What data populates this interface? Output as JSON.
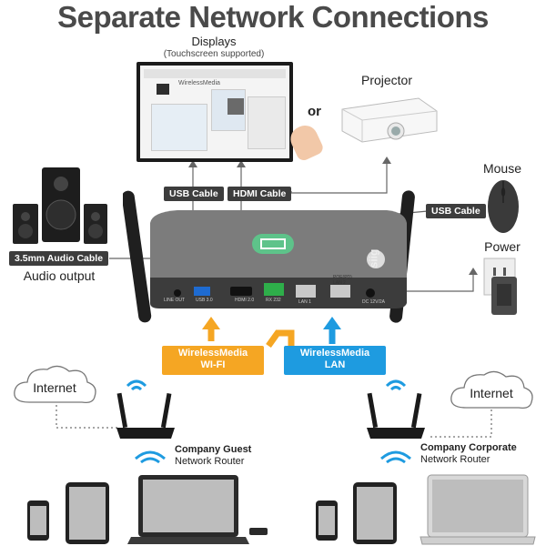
{
  "title": "Separate Network Connections",
  "displays": {
    "label": "Displays",
    "sublabel": "(Touchscreen supported)",
    "screen_text": "WirelessMedia"
  },
  "or_label": "or",
  "projector_label": "Projector",
  "mouse_label": "Mouse",
  "power_label": "Power",
  "audio_output_label": "Audio output",
  "tags": {
    "usb_cable_left": "USB Cable",
    "hdmi_cable": "HDMI Cable",
    "usb_cable_right": "USB Cable",
    "audio_cable": "3.5mm Audio Cable"
  },
  "device": {
    "brand": "siig",
    "ports": [
      "LINE OUT",
      "USB 3.0",
      "HDMI 2.0",
      "RX 232",
      "LAN 1",
      "POE(PD)\nLAN 2",
      "DC 12V/2A"
    ]
  },
  "callouts": {
    "wifi": {
      "line1": "WirelessMedia",
      "line2": "WI-FI",
      "color": "#f5a623"
    },
    "lan": {
      "line1": "WirelessMedia",
      "line2": "LAN",
      "color": "#1e9be0"
    }
  },
  "internet_left": "Internet",
  "internet_right": "Internet",
  "router_guest": {
    "name": "Company Guest",
    "desc": "Network Router"
  },
  "router_corporate": {
    "name": "Company Corporate",
    "desc": "Network Router"
  },
  "colors": {
    "wifi": "#f5a623",
    "lan": "#1e9be0",
    "device": "#7c7c7c",
    "text": "#4a4a4a"
  }
}
